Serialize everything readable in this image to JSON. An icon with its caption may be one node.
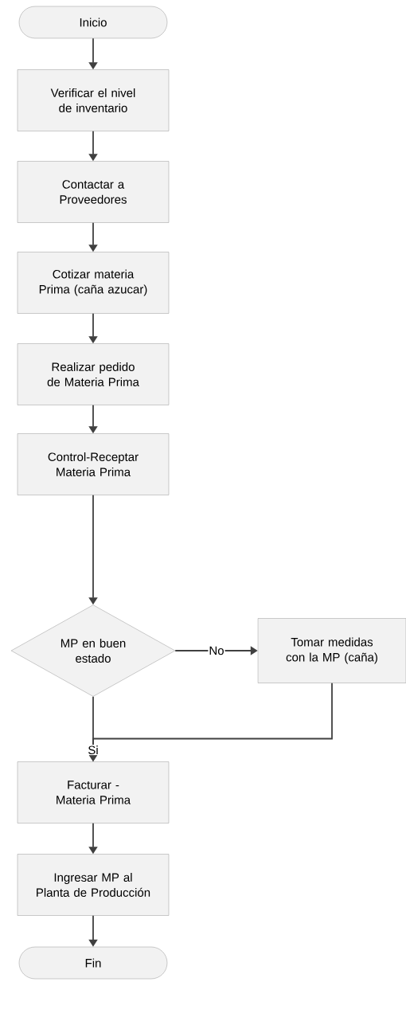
{
  "diagram": {
    "nodes": [
      {
        "text": [
          "Inicio"
        ]
      },
      {
        "text": [
          "Verificar el nivel de inventario"
        ]
      },
      {
        "text": [
          "Contactar a Proveedores"
        ]
      },
      {
        "text": [
          "Cotizar materia Prima (caña azucar)"
        ]
      },
      {
        "text": [
          "Realizar pedido de Materia Prima"
        ]
      },
      {
        "text": [
          "Control-Receptar Materia Prima"
        ]
      },
      {
        "text": [
          "MP en buen estado"
        ]
      },
      {
        "text": [
          "Tomar medidas con la MP (caña)"
        ]
      },
      {
        "text": [
          "Facturar -  Materia Prima"
        ]
      },
      {
        "text": [
          "Ingresar MP al Planta de Producción"
        ]
      },
      {
        "text": [
          "Fin"
        ]
      }
    ],
    "edges": [
      {
        "from": 0,
        "to": 1,
        "arrow": "to"
      },
      {
        "from": 1,
        "to": 2,
        "arrow": "to"
      },
      {
        "from": 2,
        "to": 3,
        "arrow": "to"
      },
      {
        "from": 3,
        "to": 4,
        "arrow": "to"
      },
      {
        "from": 4,
        "to": 5,
        "arrow": "to"
      },
      {
        "from": 5,
        "to": 6,
        "arrow": "to"
      },
      {
        "from": 6,
        "to": 7,
        "arrow": "to",
        "label": "No"
      },
      {
        "from": 6,
        "to": 8,
        "arrow": "to",
        "label": "Si"
      },
      {
        "from": 7,
        "to": 8,
        "arrow": "to"
      },
      {
        "from": 8,
        "to": 9,
        "arrow": "to"
      },
      {
        "from": 9,
        "to": 10,
        "arrow": "to"
      }
    ]
  }
}
